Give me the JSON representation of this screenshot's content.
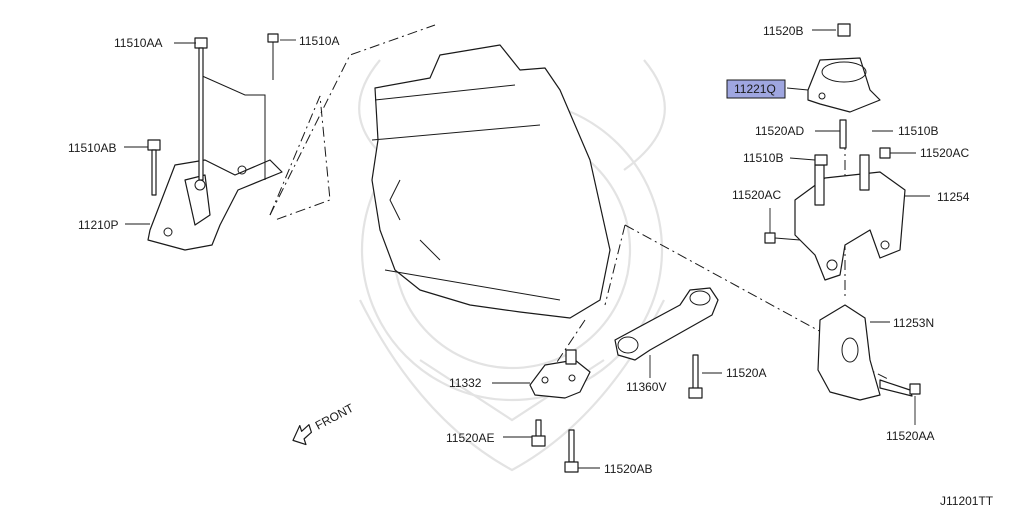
{
  "diagram": {
    "code": "J11201TT",
    "direction_label": "FRONT",
    "highlight_color": "#9fa6e0",
    "watermark_color": "#e3e3e3"
  },
  "callouts": {
    "c11510AA": "11510AA",
    "c11510A": "11510A",
    "c11510AB": "11510AB",
    "c11210P": "11210P",
    "c11520B": "11520B",
    "c11221Q": "11221Q",
    "c11520AD": "11520AD",
    "c11510B_a": "11510B",
    "c11510B_b": "11510B",
    "c11520AC_a": "11520AC",
    "c11520AC_b": "11520AC",
    "c11254": "11254",
    "c11253N": "11253N",
    "c11332": "11332",
    "c11360V": "11360V",
    "c11520A": "11520A",
    "c11520AE": "11520AE",
    "c11520AB": "11520AB",
    "c11520AA": "11520AA"
  }
}
